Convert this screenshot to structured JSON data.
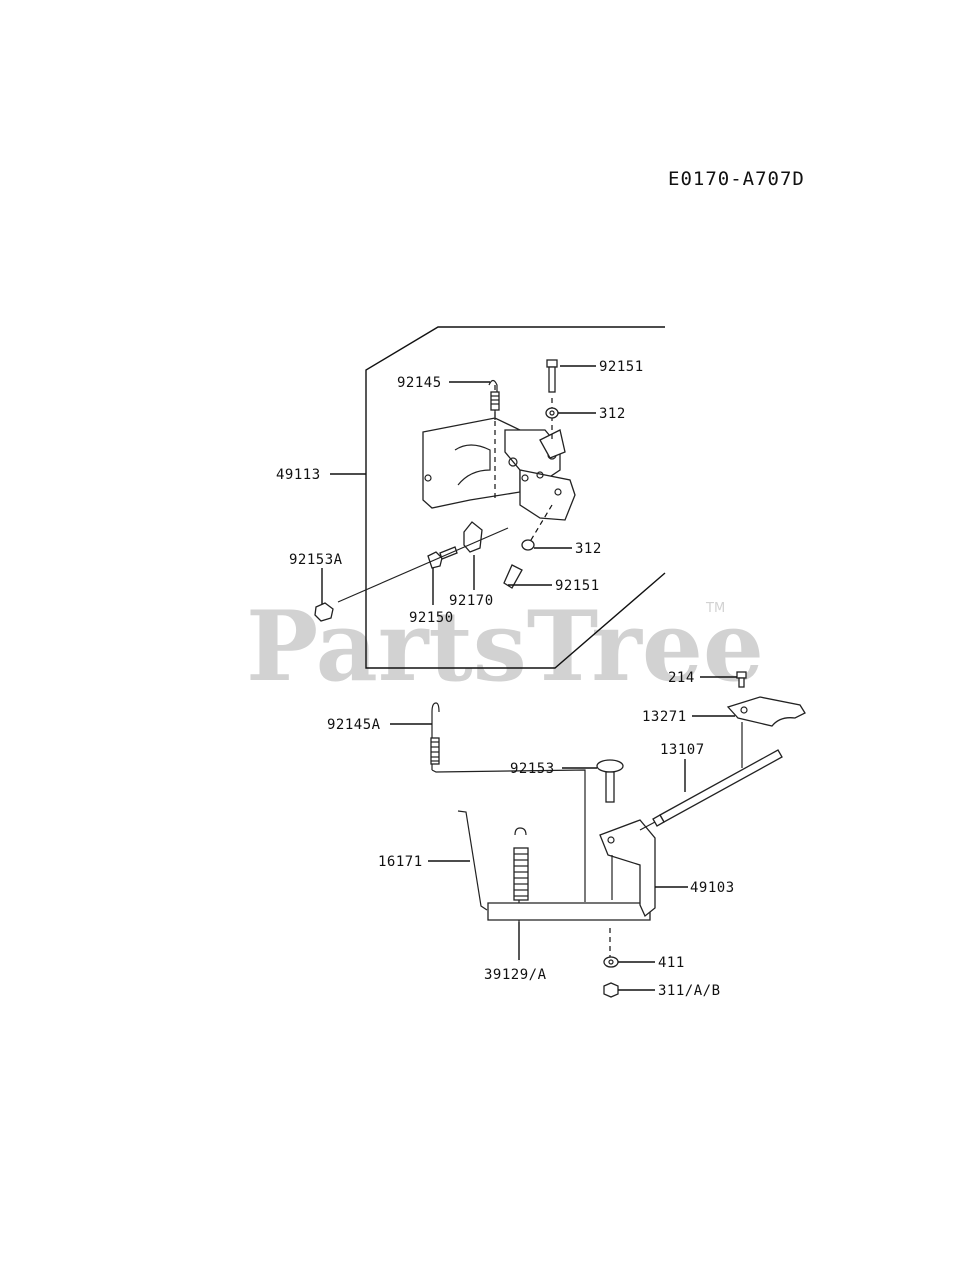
{
  "diagram": {
    "code": "E0170-A707D",
    "watermark": "PartsTree",
    "trademark": "TM",
    "labels": {
      "p92151_top": "92151",
      "p312_top": "312",
      "p92145": "92145",
      "p49113": "49113",
      "p92153A": "92153A",
      "p312_mid": "312",
      "p92151_mid": "92151",
      "p92170": "92170",
      "p92150": "92150",
      "p214": "214",
      "p13271": "13271",
      "p13107": "13107",
      "p92145A": "92145A",
      "p92153": "92153",
      "p16171": "16171",
      "p49103": "49103",
      "p39129A": "39129/A",
      "p411": "411",
      "p311AB": "311/A/B"
    }
  }
}
